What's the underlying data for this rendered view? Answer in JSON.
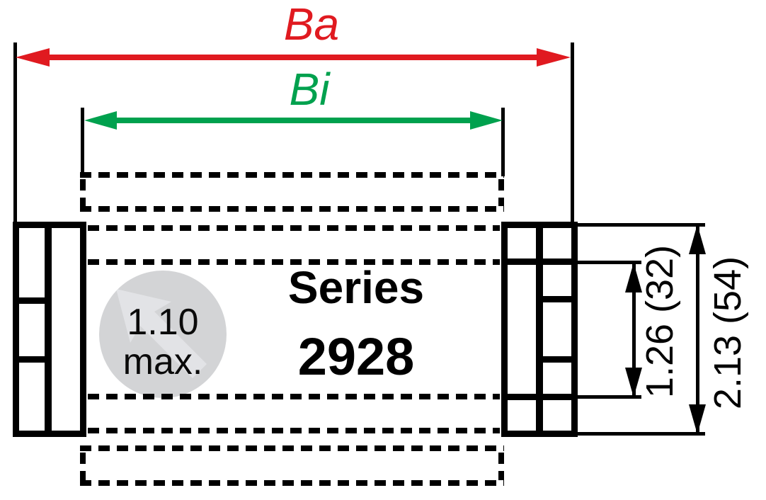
{
  "diagram": {
    "title": {
      "line1": "Series",
      "line2": "2928"
    },
    "dims": {
      "outer_width_label": "Ba",
      "inner_width_label": "Bi",
      "inner_height_label": "1.26 (32)",
      "outer_height_label": "2.13 (54)"
    },
    "cable": {
      "value": "1.10",
      "suffix": "max."
    },
    "colors": {
      "outer_width_accent": "#e01a20",
      "inner_width_accent": "#00a14e",
      "outline": "#000000",
      "badge_fill": "#d3d4d6",
      "badge_watermark": "#e2e3e6"
    }
  }
}
